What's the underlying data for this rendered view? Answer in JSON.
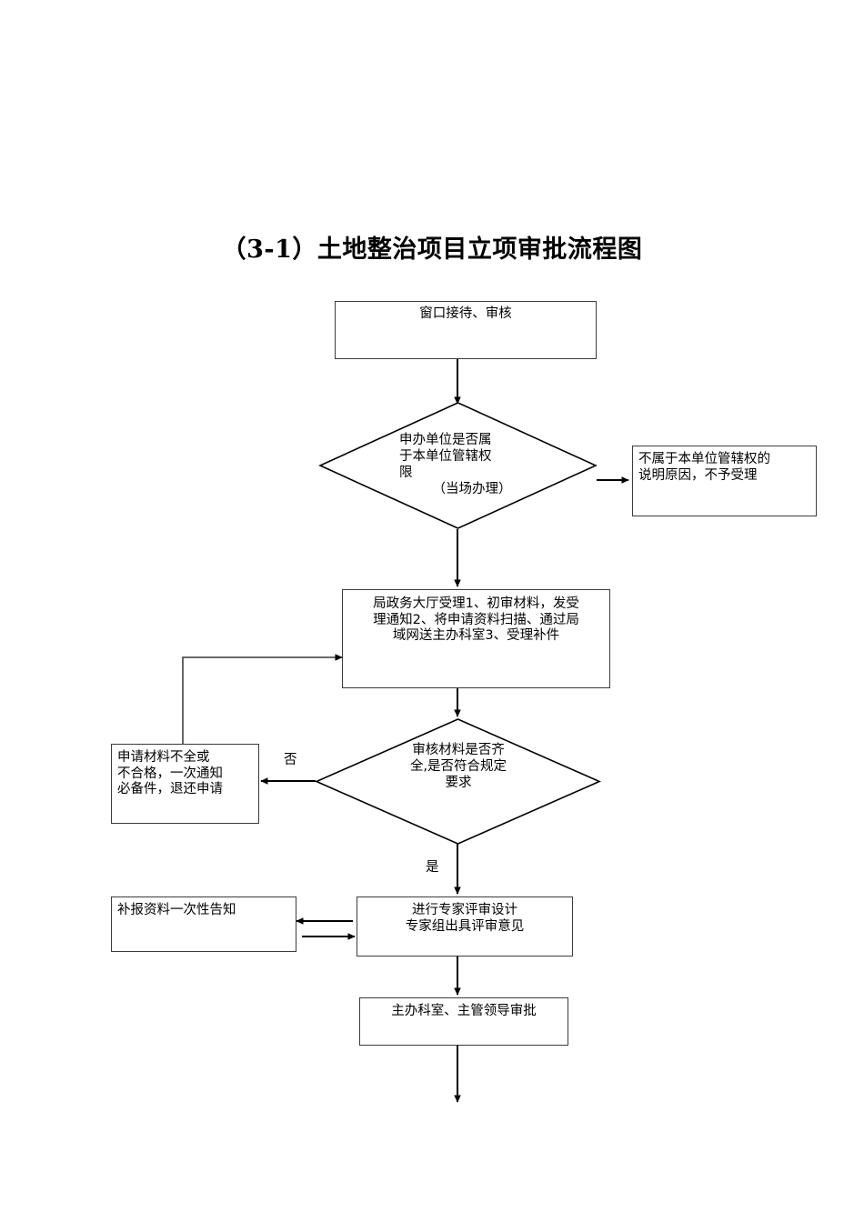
{
  "document": {
    "title": "（3-1）土地整治项目立项审批流程图",
    "page_background": "#ffffff",
    "line_color": "#000000",
    "box_border_color": "#3b3b3b"
  },
  "chart_data": {
    "type": "diagram",
    "subtype": "flowchart",
    "title": "（3-1）土地整治项目立项审批流程图",
    "nodes": [
      {
        "id": "n1",
        "shape": "rect",
        "text": "窗口接待、审核",
        "align": "center"
      },
      {
        "id": "n2",
        "shape": "diamond",
        "text": "申办单位是否属\n于本单位管辖权\n限",
        "note": "（当场办理）"
      },
      {
        "id": "n3",
        "shape": "rect",
        "text": "不属于本单位管辖权的\n说明原因，不予受理",
        "align": "left"
      },
      {
        "id": "n4",
        "shape": "rect",
        "text": "局政务大厅受理1、初审材料，发受\n理通知2、将申请资料扫描、通过局\n域网送主办科室3、受理补件",
        "align": "center"
      },
      {
        "id": "n5",
        "shape": "diamond",
        "text": "审核材料是否齐\n全,是否符合规定\n要求"
      },
      {
        "id": "n6",
        "shape": "rect",
        "text": "申请材料不全或\n不合格，一次通知\n必备件，退还申请",
        "align": "left"
      },
      {
        "id": "n7",
        "shape": "rect",
        "text": "补报资料一次性告知",
        "align": "left"
      },
      {
        "id": "n8",
        "shape": "rect",
        "text": "进行专家评审设计\n专家组出具评审意见",
        "align": "center"
      },
      {
        "id": "n9",
        "shape": "rect",
        "text": "主办科室、主管领导审批",
        "align": "center"
      }
    ],
    "edges": [
      {
        "from": "n1",
        "to": "n2",
        "label": ""
      },
      {
        "from": "n2",
        "to": "n3",
        "label": ""
      },
      {
        "from": "n2",
        "to": "n4",
        "label": ""
      },
      {
        "from": "n4",
        "to": "n5",
        "label": ""
      },
      {
        "from": "n5",
        "to": "n6",
        "label": "否"
      },
      {
        "from": "n6",
        "to": "n4",
        "label": ""
      },
      {
        "from": "n5",
        "to": "n8",
        "label": "是"
      },
      {
        "from": "n8",
        "to": "n7",
        "label": ""
      },
      {
        "from": "n7",
        "to": "n8",
        "label": ""
      },
      {
        "from": "n8",
        "to": "n9",
        "label": ""
      },
      {
        "from": "n9",
        "to": "",
        "label": ""
      }
    ]
  },
  "labels": {
    "no": "否",
    "yes": "是"
  }
}
